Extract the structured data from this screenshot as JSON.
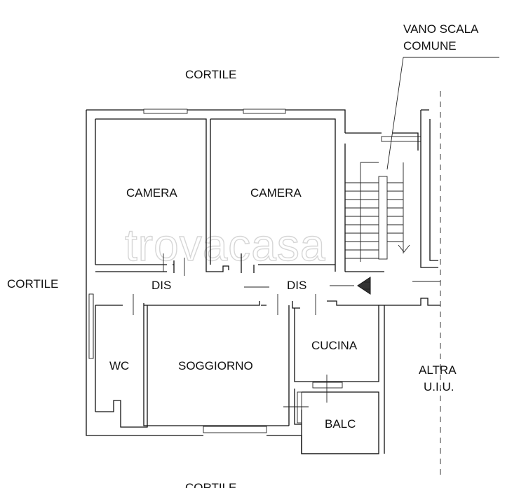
{
  "labels": {
    "cortile_top": "CORTILE",
    "cortile_left": "CORTILE",
    "cortile_bottom": "CORTILE",
    "vano_scala_1": "VANO SCALA",
    "vano_scala_2": "COMUNE",
    "camera_1": "CAMERA",
    "camera_2": "CAMERA",
    "dis_1": "DIS",
    "dis_2": "DIS",
    "wc": "WC",
    "soggiorno": "SOGGIORNO",
    "cucina": "CUCINA",
    "balc": "BALC",
    "altra_1": "ALTRA",
    "altra_2": "U.I.U."
  },
  "watermark": "trovacasa"
}
